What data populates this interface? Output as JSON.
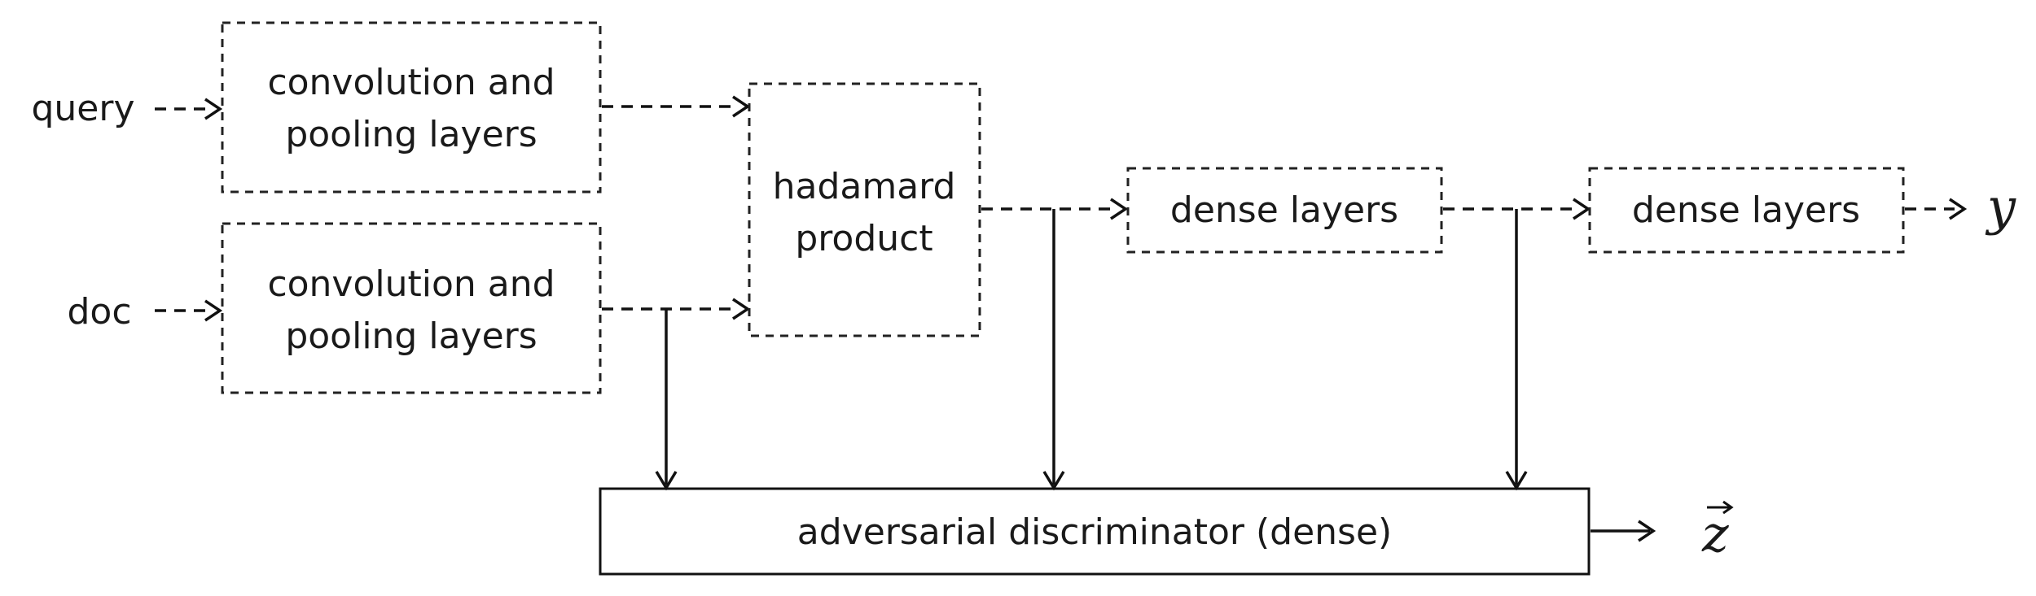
{
  "inputs": {
    "query": "query",
    "doc": "doc"
  },
  "blocks": {
    "conv_query": [
      "convolution and",
      "pooling layers"
    ],
    "conv_doc": [
      "convolution and",
      "pooling layers"
    ],
    "hadamard": [
      "hadamard",
      "product"
    ],
    "dense_1": "dense layers",
    "dense_2": "dense layers",
    "discriminator": "adversarial discriminator (dense)"
  },
  "outputs": {
    "y": "y",
    "z": "z"
  }
}
